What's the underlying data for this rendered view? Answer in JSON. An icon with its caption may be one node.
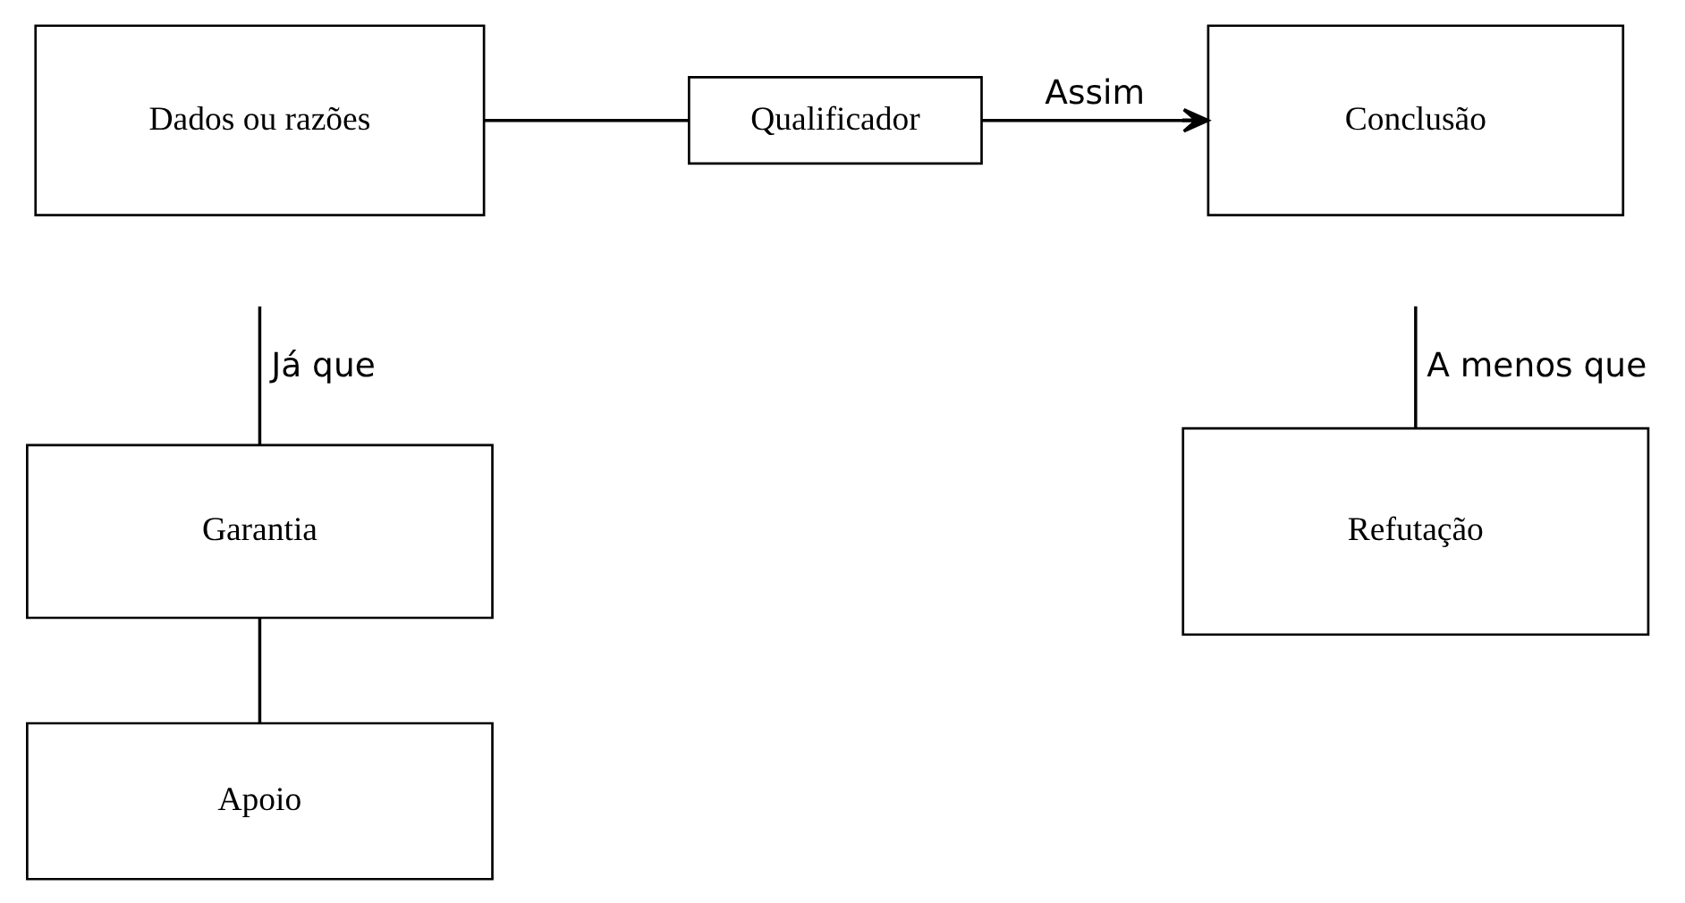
{
  "diagram": {
    "nodes": [
      {
        "text": [
          "Dados ou razões"
        ]
      },
      {
        "text": [
          "Qualificador"
        ]
      },
      {
        "text": [
          "Conclusão"
        ]
      },
      {
        "text": [
          "Garantia"
        ]
      },
      {
        "text": [
          "Apoio"
        ]
      },
      {
        "text": [
          "Refutação"
        ]
      }
    ],
    "edges": [
      {
        "from": 0,
        "to": 1,
        "arrow": "none"
      },
      {
        "from": 1,
        "to": 2,
        "arrow": "to",
        "label": "Assim"
      },
      {
        "from": 3,
        "to": null,
        "arrow": "none",
        "label": "Já que"
      },
      {
        "from": 3,
        "to": 4,
        "arrow": "none"
      },
      {
        "from": 5,
        "to": null,
        "arrow": "none",
        "label": "A menos que"
      }
    ]
  }
}
